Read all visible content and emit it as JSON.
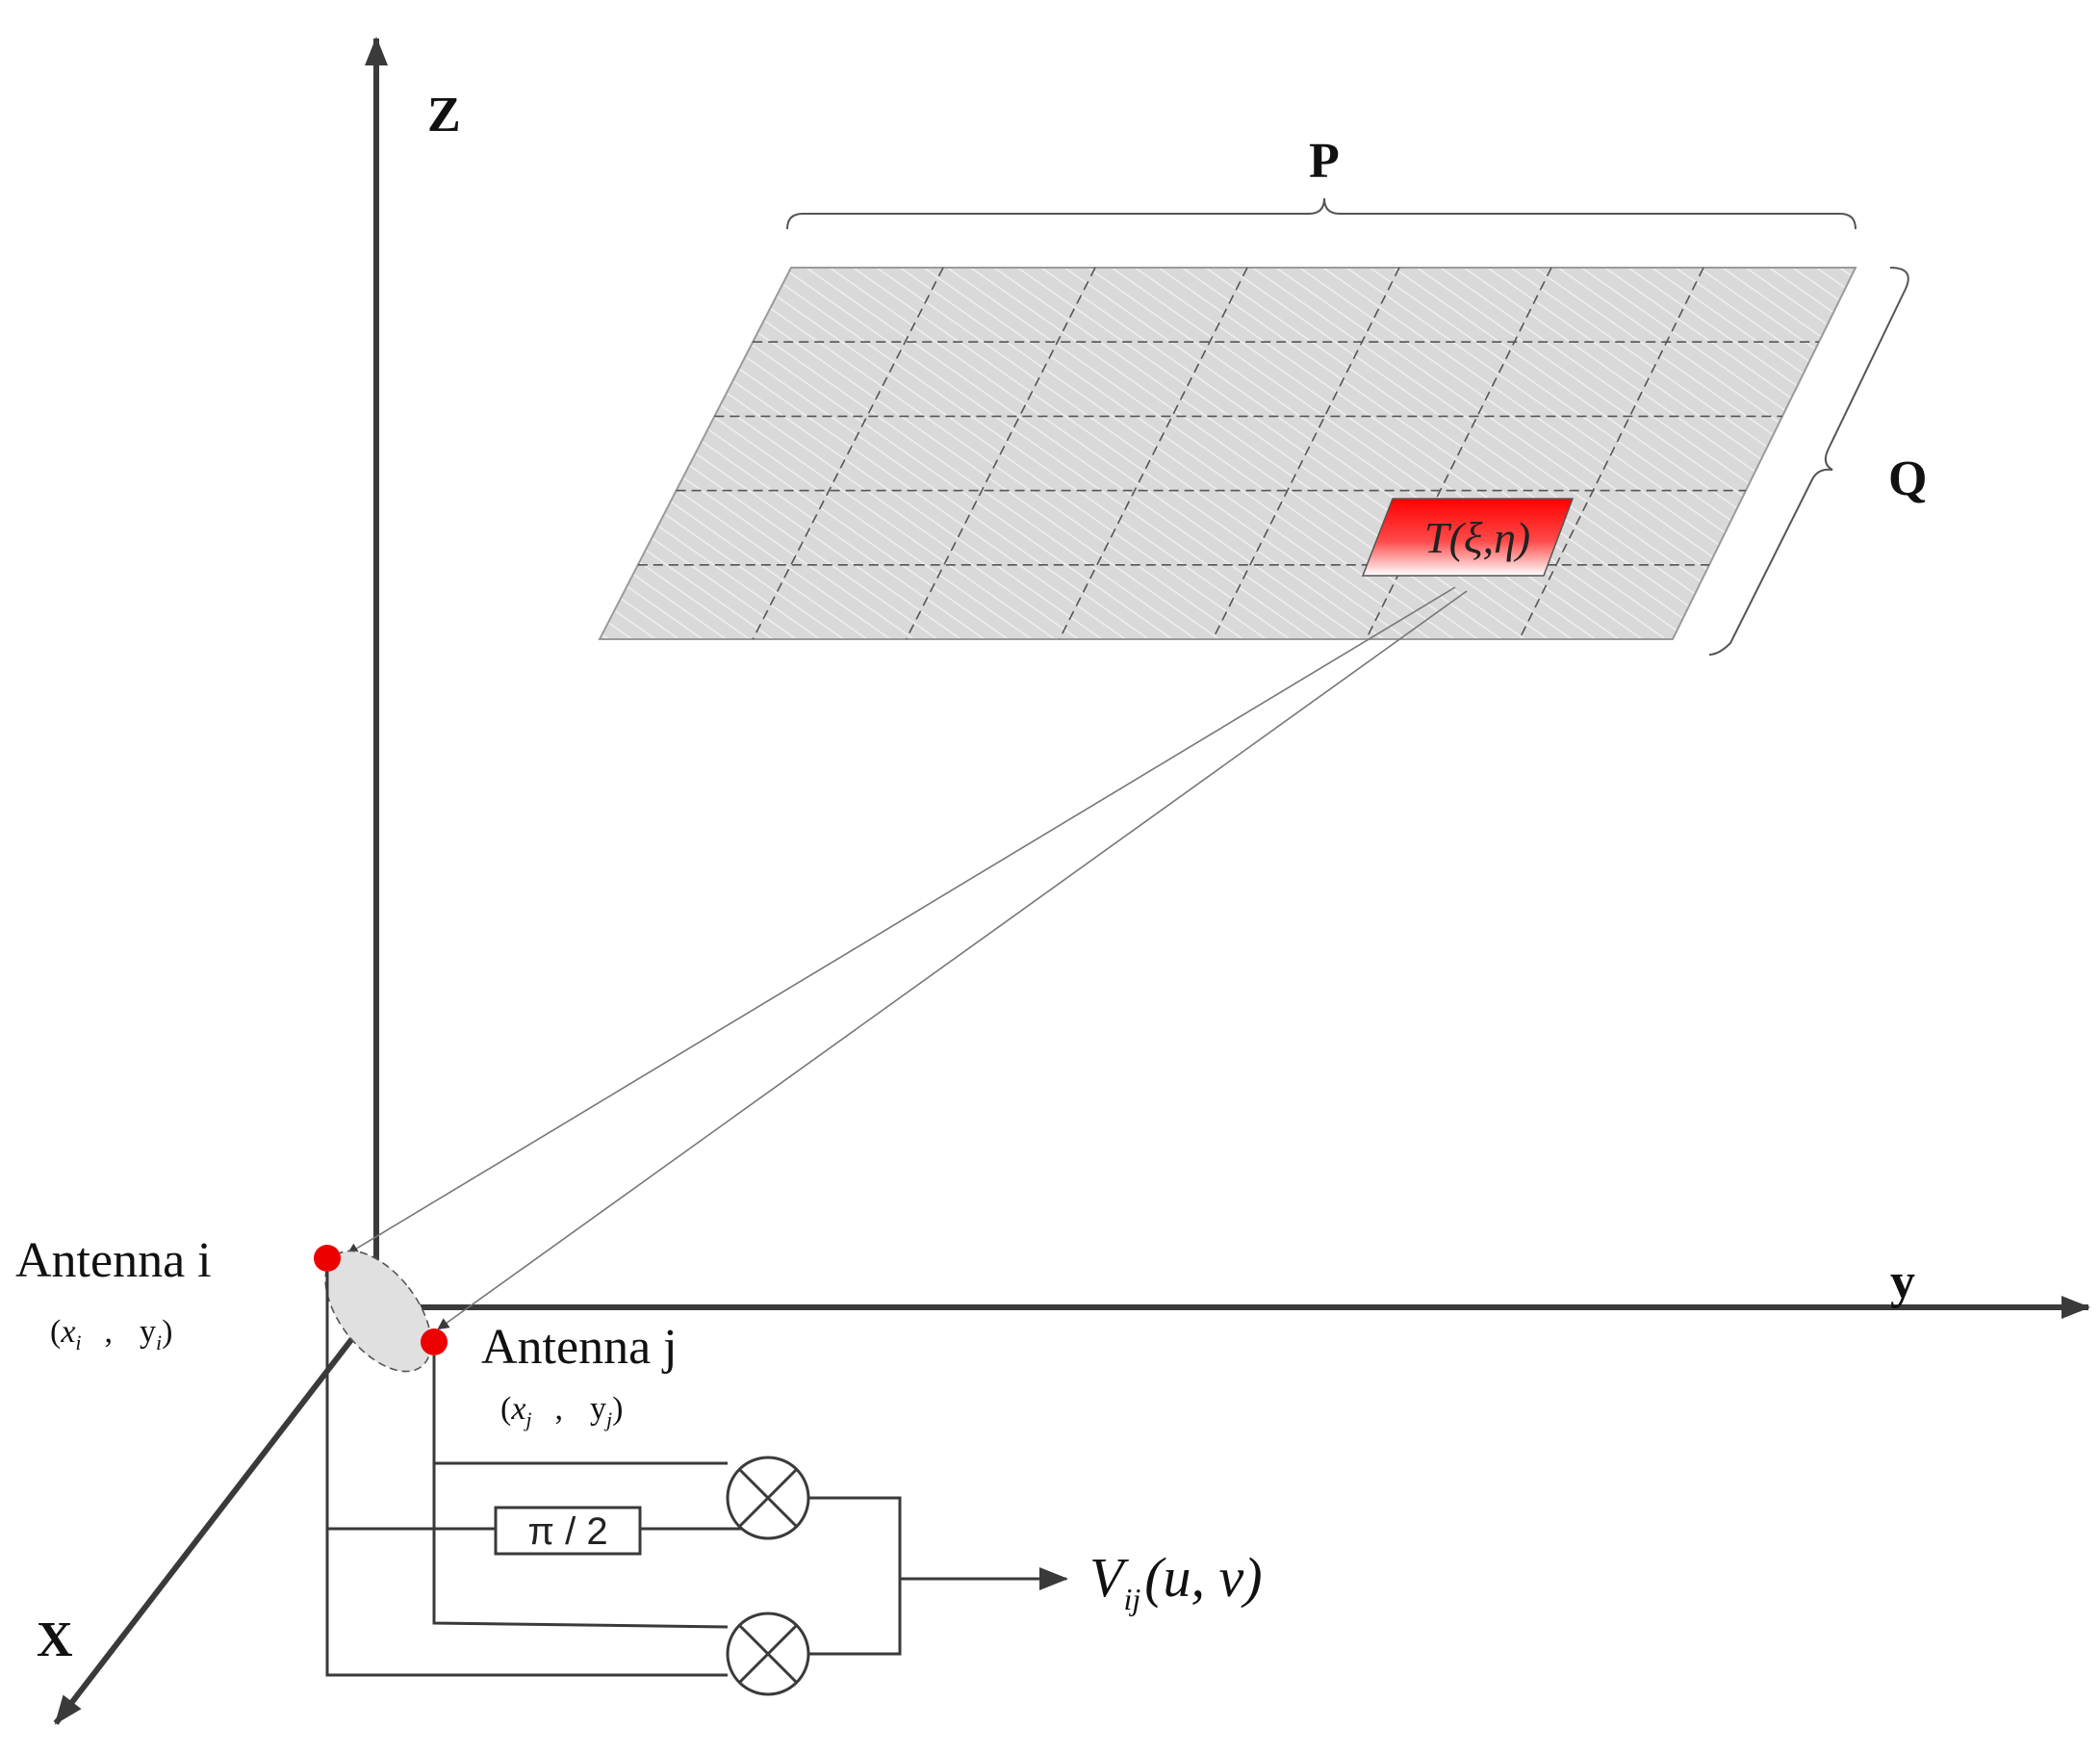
{
  "axes": {
    "z": "Z",
    "y": "y",
    "x": "X"
  },
  "grid": {
    "width_label": "P",
    "depth_label": "Q",
    "target": "T(ξ,η)",
    "columns": 7,
    "rows": 5
  },
  "antenna_i": {
    "name": "Antenna i",
    "coord_open": "(",
    "coord_x": "x",
    "coord_x_sub": "i",
    "coord_sep": ",",
    "coord_y": "y",
    "coord_y_sub": "i",
    "coord_close": ")"
  },
  "antenna_j": {
    "name": "Antenna j",
    "coord_open": "(",
    "coord_x": "x",
    "coord_x_sub": "j",
    "coord_sep": ",",
    "coord_y": "y",
    "coord_y_sub": "j",
    "coord_close": ")"
  },
  "phase_shift": "π / 2",
  "output": {
    "V": "V",
    "sub": "ij",
    "args": "(u, v)"
  },
  "colors": {
    "antenna_dot": "#ee0000",
    "target_cell": "#ff1a1a",
    "grid_fill": "#d9d9d9",
    "axis": "#3a3a3a"
  }
}
